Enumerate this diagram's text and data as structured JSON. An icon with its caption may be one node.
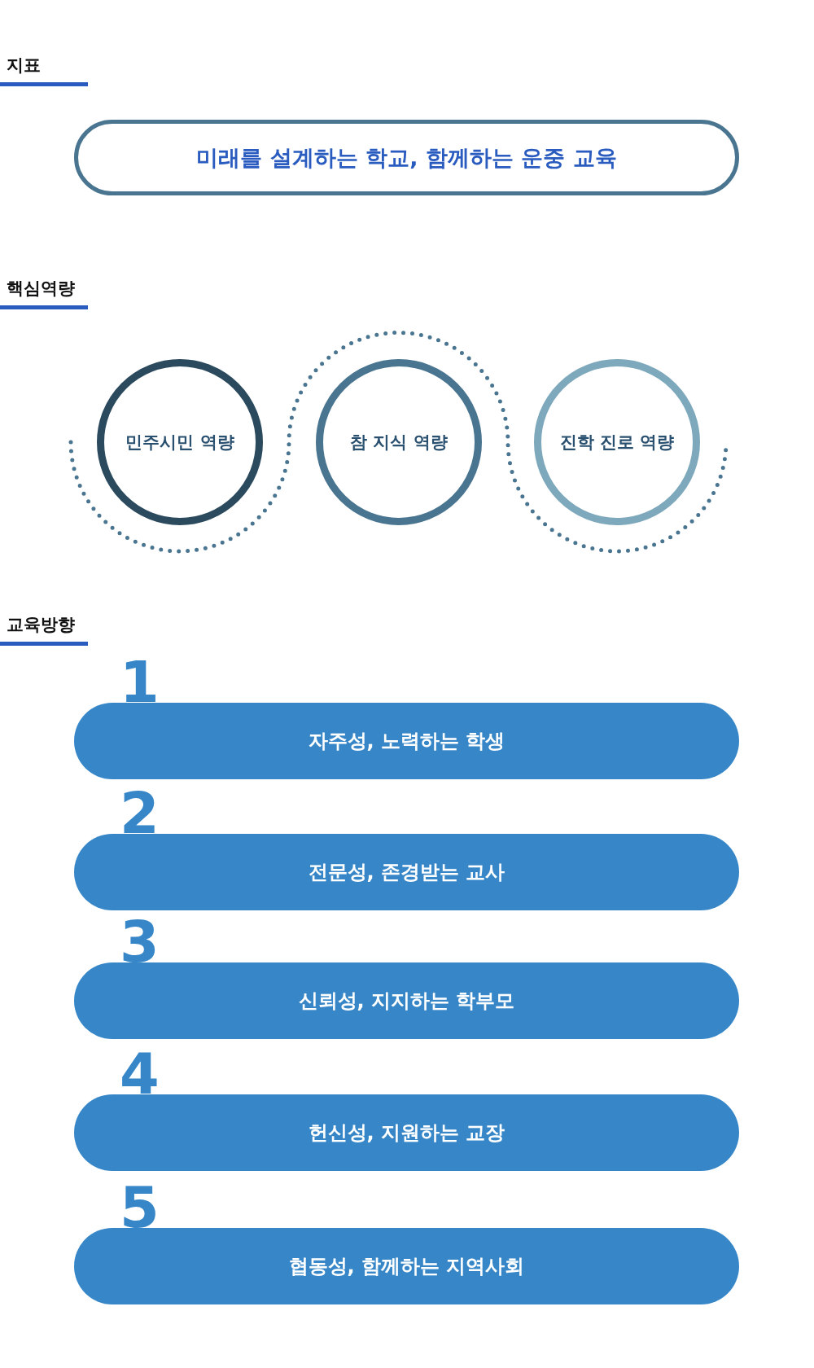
{
  "diagram": {
    "nodes": [
      {
        "text": [
          "미래를 설계하는 학교, 함께하는 운중 교육"
        ]
      },
      {
        "text": [
          "민주시민 역량"
        ]
      },
      {
        "text": [
          "참 지식 역량"
        ]
      },
      {
        "text": [
          "진학 진로 역량"
        ]
      },
      {
        "text": [
          "1",
          "자주성, 노력하는 학생"
        ]
      },
      {
        "text": [
          "2",
          "전문성, 존경받는 교사"
        ]
      },
      {
        "text": [
          "3",
          "신뢰성, 지지하는 학부모"
        ]
      },
      {
        "text": [
          "4",
          "헌신성, 지원하는 교장"
        ]
      },
      {
        "text": [
          "5",
          "협동성, 함께하는 지역사회"
        ]
      }
    ],
    "labels": [
      "지표",
      "핵심역량",
      "교육방향"
    ]
  }
}
